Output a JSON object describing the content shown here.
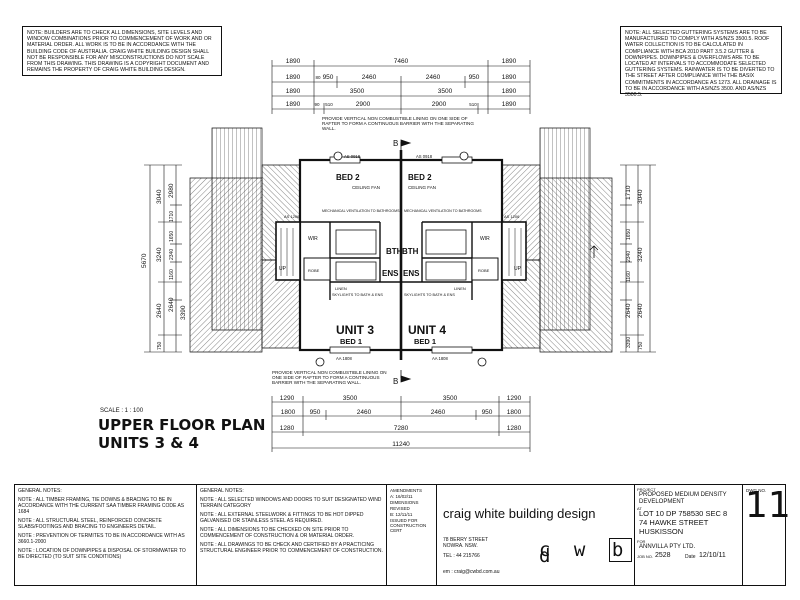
{
  "notes_left": "NOTE: BUILDERS ARE TO CHECK ALL DIMENSIONS, SITE LEVELS AND WINDOW COMBINATIONS PRIOR TO COMMENCEMENT OF WORK AND OR MATERIAL ORDER. ALL WORK IS TO BE IN ACCORDANCE WITH THE BUILDING CODE OF AUSTRALIA. CRAIG WHITE BUILDING DESIGN SHALL NOT BE RESPONSIBLE FOR ANY MISCONSTRUCTIONS DO NOT SCALE FROM THIS DRAWING. THIS DRAWING IS A COPYRIGHT DOCUMENT AND REMAINS THE PROPERTY OF CRAIG WHITE BUILDING DESIGN.",
  "notes_right": "NOTE: ALL SELECTED GUTTERING SYSTEMS ARE TO BE MANUFACTURED TO COMPLY WITH AS/NZS 3500.5. ROOF WATER COLLECTION IS TO BE CALCULATED IN COMPLIANCE WITH BCA 2010 PART 3.5.2 GUTTER & DOWNPIPES. DOWNPIPES & OVERFLOWS ARE TO BE LOCATED AT INTERVALS TO ACCOMMODATE SELECTED GUTTERING SYSTEMS. RAINWATER IS TO BE DIVERTED TO THE STREET AFTER COMPLIANCE WITH THE BASIX COMMITMENTS IN ACCORDANCE AS 1273. ALL DRAINAGE IS TO BE IN ACCORDANCE WITH AS/NZS 3500. AND AS/NZS 3500.5.",
  "dims": {
    "top_row1": [
      "1890",
      "7460",
      "1890"
    ],
    "top_row2": [
      "1890",
      "80",
      "950",
      "2460",
      "2460",
      "950",
      "1890"
    ],
    "top_row3": [
      "1890",
      "3500",
      "3500",
      "1890"
    ],
    "top_row4": [
      "1890",
      "90",
      "510",
      "2900",
      "2900",
      "510",
      "1890"
    ],
    "bottom_row1": [
      "1290",
      "3500",
      "3500",
      "1290"
    ],
    "bottom_row2": [
      "1800",
      "950",
      "2460",
      "2460",
      "950",
      "1800"
    ],
    "bottom_row3": [
      "1280",
      "7280",
      "1280"
    ],
    "bottom_total": "11240",
    "left_total": "5670",
    "left_a": [
      "3040",
      "3240",
      "2640",
      "750"
    ],
    "left_b": [
      "2980",
      "1710",
      "1650",
      "2340",
      "1160",
      "2640",
      "3390"
    ],
    "right_a": [
      "3040",
      "3240",
      "2640",
      "750"
    ],
    "right_b": [
      "1710",
      "1650",
      "2340",
      "1160",
      "2640",
      "3390"
    ]
  },
  "plan": {
    "top_note": "PROVIDE VERTICAL NON COMBUSTIBLE LINING ON ONE SIDE OF RAFTER TO FORM A CONTINUOUS BARRIER WITH THE SEPARATING WALL.",
    "bottom_note": "PROVIDE VERTICAL NON COMBUSTIBLE LINING ON ONE SIDE OF RAFTER TO FORM A CONTINUOUS BARRIER WITH THE SEPARATING WALL.",
    "bed2": "BED 2",
    "bed1": "BED 1",
    "bth": "BTH",
    "ens": "ENS",
    "unit3": "UNIT 3",
    "unit4": "UNIT 4",
    "ceiling_fan": "CEILING FAN",
    "mech_vent": "MECHANICAL VENTILATION TO BATHROOMS",
    "skylights": "SKYLIGHTS TO BATH & ENS",
    "wir": "WIR",
    "up": "UP",
    "robe": "ROBE",
    "linen": "LINEN",
    "section": "B",
    "window_top": "AS 0918",
    "window_bottom": "AA 1808",
    "window_side": "AS 1206"
  },
  "title": {
    "scale": "SCALE : 1 : 100",
    "line1": "UPPER FLOOR PLAN",
    "line2": "UNITS 3 & 4"
  },
  "titleblock": {
    "general_notes_1": [
      "GENERAL NOTES:",
      "NOTE : ALL TIMBER FRAMING, TIE DOWNS & BRACING TO BE IN ACCORDANCE WITH THE CURRENT SAA TIMBER FRAMING CODE AS 1684",
      "NOTE : ALL STRUCTURAL STEEL, REINFORCED CONCRETE SLABS/FOOTINGS AND BRACING TO ENGINEERS DETAIL.",
      "NOTE : PREVENTION OF TERMITES TO BE IN ACCORDANCE WITH AS 3660.1-2000",
      "NOTE : LOCATION OF DOWNPIPES & DISPOSAL OF STORMWATER TO BE DIRECTED (TO SUIT SITE CONDITIONS)"
    ],
    "general_notes_2": [
      "GENERAL NOTES:",
      "NOTE : ALL SELECTED WINDOWS AND DOORS TO SUIT DESIGNATED WIND TERRAIN CATEGORY",
      "NOTE : ALL EXTERNAL STEELWORK & FITTINGS TO BE HOT DIPPED GALVANISED OR STAINLESS STEEL AS REQUIRED.",
      "NOTE : ALL DIMENSIONS TO BE CHECKED ON SITE PRIOR TO COMMENCEMENT OF CONSTRUCTION & OR MATERIAL ORDER.",
      "NOTE : ALL DRAWINGS TO BE CHECK AND CERTIFIED BY A PRACTICING STRUCTURAL ENGINEER PRIOR TO COMMENCEMENT OF CONSTRUCTION."
    ],
    "amendments": [
      "AMENDMENTS",
      "A: 16/02/11",
      "DIMENSIONS REVISED",
      "B: 12/11/11",
      "ISSUED FOR CONSTRUCTION CERT"
    ],
    "company": "craig white building design",
    "address1": "78 BERRY STREET",
    "address2": "NOWRA. NSW.",
    "tel": "TEL : 44 215766",
    "email": "em : craig@cwbd.com.au",
    "logo": [
      "c",
      "w",
      "b",
      "d"
    ],
    "project_label": "PROJECT",
    "project": "PROPOSED MEDIUM DENSITY DEVELOPMENT",
    "at_label": "AT",
    "lot": "LOT 10 DP 758530 SEC 8",
    "street": "74 HAWKE STREET",
    "suburb": "HUSKISSON",
    "for_label": "FOR",
    "client": "ANNVILLA PTY LTD.",
    "job_label": "JOB NO.",
    "job_no": "2528",
    "date_label": "Date",
    "date": "12/10/11",
    "dwg_label": "DWG NO.",
    "dwg_no": "11"
  }
}
